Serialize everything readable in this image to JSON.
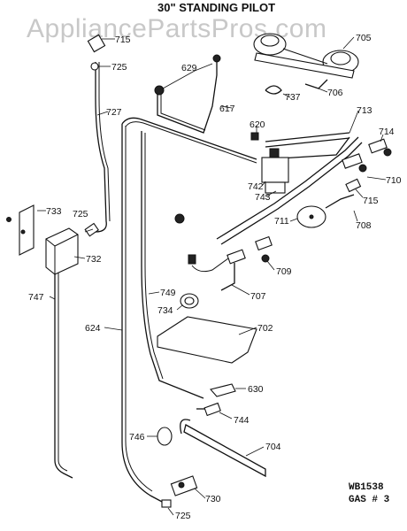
{
  "diagram": {
    "title": "30\" STANDING PILOT",
    "watermark": "AppliancePartsPros.com",
    "code_line1": "WB1538",
    "code_line2": "GAS # 3",
    "callouts": {
      "c715a": "715",
      "c725a": "725",
      "c727": "727",
      "c629": "629",
      "c617": "617",
      "c620": "620",
      "c705": "705",
      "c737": "737",
      "c706": "706",
      "c713": "713",
      "c714": "714",
      "c710": "710",
      "c742": "742",
      "c743": "743",
      "c715b": "715",
      "c711": "711",
      "c708": "708",
      "c733": "733",
      "c725b": "725",
      "c732": "732",
      "c709": "709",
      "c707": "707",
      "c749": "749",
      "c734": "734",
      "c747": "747",
      "c624": "624",
      "c702": "702",
      "c630": "630",
      "c744": "744",
      "c746": "746",
      "c704": "704",
      "c730": "730",
      "c725c": "725"
    }
  }
}
